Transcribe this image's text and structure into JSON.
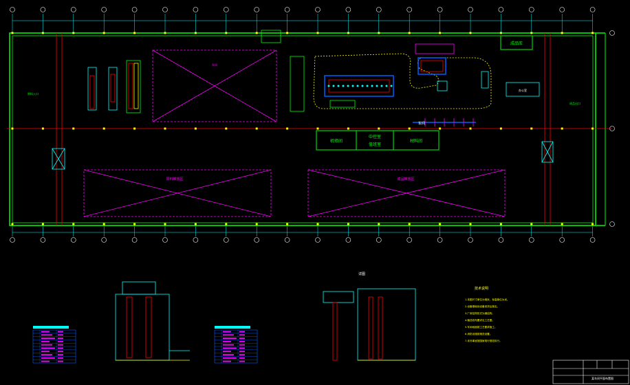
{
  "colors": {
    "background": "#000000",
    "wall": "#00ff00",
    "grid": "#00ffff",
    "axis": "#ff0000",
    "zone": "#ff00ff",
    "equipment": "#00ffff",
    "conveyor": "#ffff00",
    "bubble": "#ffffff",
    "text": "#ffffff",
    "notes": "#ffff00"
  },
  "labels": {
    "finished_storage": "成品库",
    "worship": "车间",
    "office": "办公室",
    "entrance_left": "原料入口",
    "entrance_right": "成品出口",
    "repair_room": "机修间",
    "control_room": "中控室",
    "stats_room": "值班室",
    "materials_room": "材料间",
    "raw_storage": "原料堆放区",
    "finished_area": "成品堆放区",
    "detail_title": "详图",
    "notes_title": "技术说明",
    "title_block": "某车间平面布置图"
  },
  "notes": [
    "1.本图尺寸单位为毫米，标高单位为米。",
    "2.设备基础待设备到货后核实。",
    "3.厂房结构形式为钢结构。",
    "4.输送线布置详见工艺图。",
    "5.车间地面按工艺要求施工。",
    "6.消防设施按规范设置。",
    "7.未尽事宜按国家现行规范执行。"
  ]
}
